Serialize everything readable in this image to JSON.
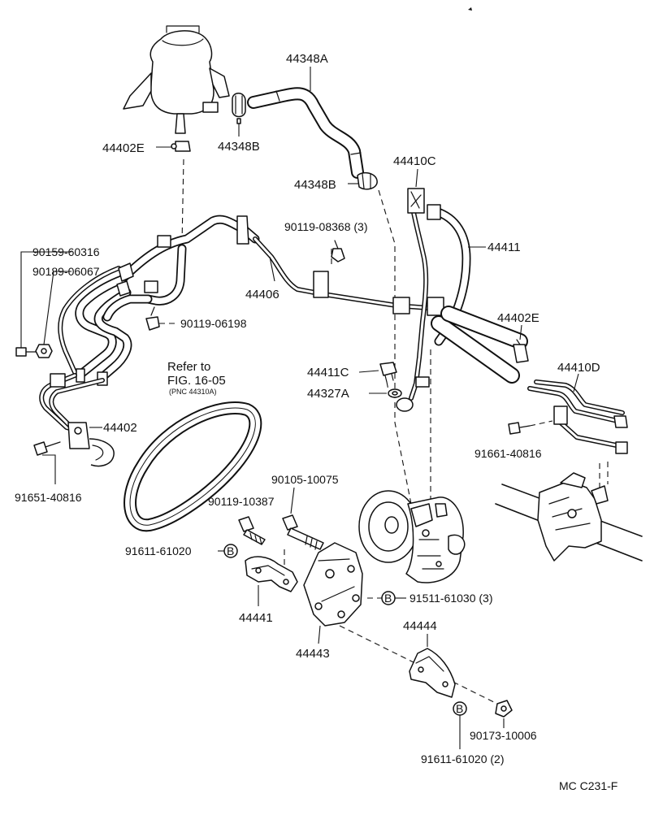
{
  "labels": {
    "p44348A": "44348A",
    "p44402E_top": "44402E",
    "p44348B_top": "44348B",
    "p44348B_mid": "44348B",
    "p44410C": "44410C",
    "p90119_08368": "90119-08368 (3)",
    "p44411": "44411",
    "p90159_60316": "90159-60316",
    "p90189_06067": "90189-06067",
    "p44406": "44406",
    "p90119_06198": "90119-06198",
    "p44402E_right": "44402E",
    "p44411C": "44411C",
    "p44327A": "44327A",
    "p44410D": "44410D",
    "p44402": "44402",
    "p91661_40816": "91661-40816",
    "p91651_40816": "91651-40816",
    "p90105_10075": "90105-10075",
    "p90119_10387": "90119-10387",
    "p91611_61020_a": "91611-61020",
    "p91511_61030": "91511-61030 (3)",
    "p44441": "44441",
    "p44443": "44443",
    "p44444": "44444",
    "p90173_10006": "90173-10006",
    "p91611_61020_b": "91611-61020 (2)"
  },
  "reference": {
    "line1": "Refer to",
    "line2": "FIG. 16-05",
    "line3": "(PNC 44310A)"
  },
  "markers": {
    "b1": "B",
    "b2": "B",
    "b3": "B"
  },
  "diagram_code": "MC  C231-F",
  "icons": {
    "reservoir": "reservoir-tank-icon",
    "pump": "power-steering-pump-icon",
    "belt": "v-belt-icon",
    "gear": "steering-gear-icon"
  }
}
